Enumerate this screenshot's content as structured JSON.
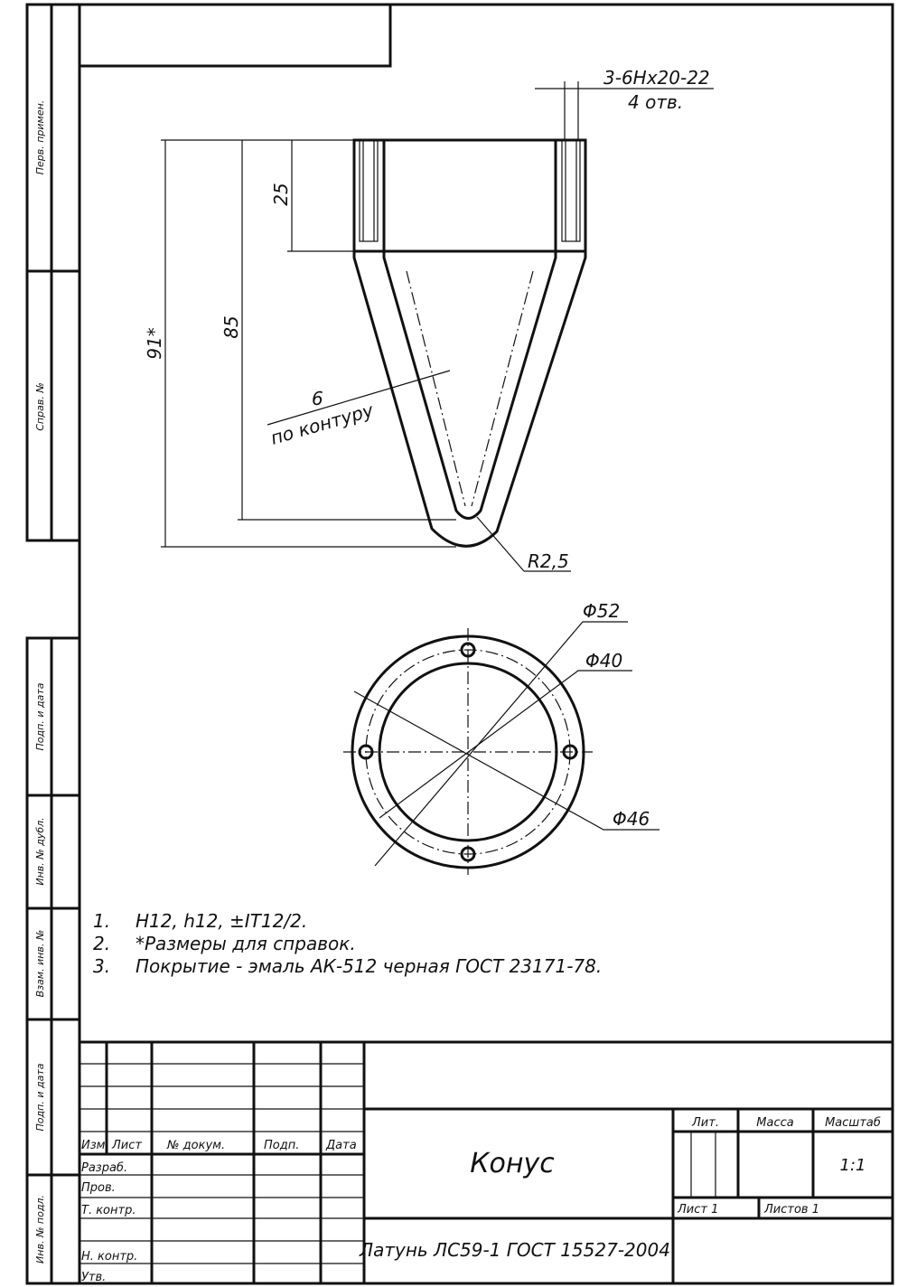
{
  "side_strip": {
    "perv_primen": "Перв. примен.",
    "sprav_no": "Справ. №",
    "podp_data_1": "Подп. и дата",
    "inv_dubl": "Инв. № дубл.",
    "vzam_inv": "Взам. инв. №",
    "podp_data_2": "Подп. и дата",
    "inv_podl": "Инв. № подл."
  },
  "dimensions": {
    "thread": "3-6Hx20-22",
    "thread_count": "4 отв.",
    "d91": "91*",
    "d85": "85",
    "d25": "25",
    "wall": "6",
    "wall_note": "по контуру",
    "radius": "R2,5",
    "dia52": "Φ52",
    "dia40": "Φ40",
    "dia46": "Φ46"
  },
  "notes": [
    {
      "num": "1.",
      "text": "H12, h12, ±IT12/2."
    },
    {
      "num": "2.",
      "text": "*Размеры для справок."
    },
    {
      "num": "3.",
      "text": "Покрытие - эмаль АК-512 черная ГОСТ 23171-78."
    }
  ],
  "title_block": {
    "izm": "Изм.",
    "list": "Лист",
    "dokum": "№ докум.",
    "podp": "Подп.",
    "data": "Дата",
    "razrab": "Разраб.",
    "prov": "Пров.",
    "t_kontr": "Т. контр.",
    "n_kontr": "Н. контр.",
    "utv": "Утв.",
    "name": "Конус",
    "material": "Латунь ЛС59-1 ГОСТ 15527-2004",
    "lit": "Лит.",
    "massa": "Масса",
    "masshtab": "Масштаб",
    "scale": "1:1",
    "sheet": "Лист 1",
    "sheets": "Листов 1"
  }
}
